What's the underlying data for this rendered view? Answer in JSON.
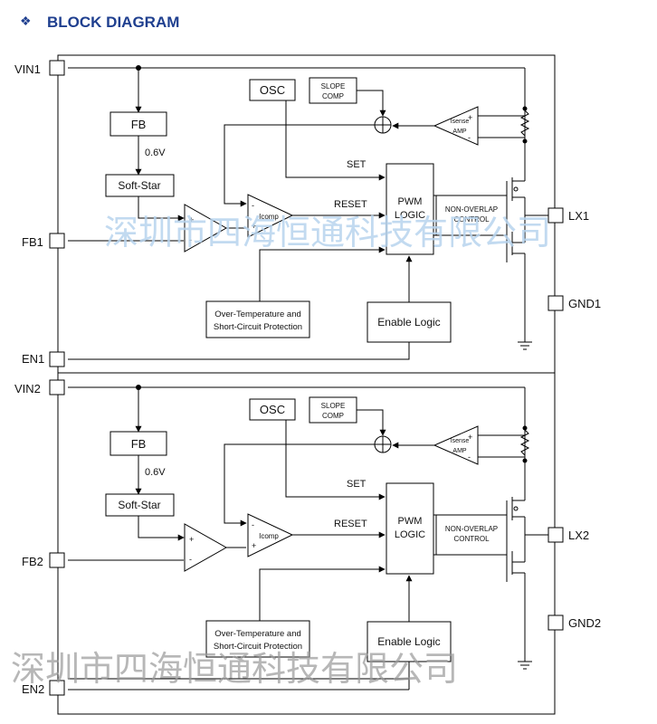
{
  "header": {
    "bullet": "❖",
    "title": "BLOCK DIAGRAM"
  },
  "colors": {
    "title": "#1f3f8f",
    "line": "#000000",
    "watermark_light": "#b8d4ee",
    "watermark_dark": "#9a9a9a"
  },
  "channel1": {
    "pins": {
      "vin": "VIN1",
      "fb": "FB1",
      "en": "EN1",
      "lx": "LX1",
      "gnd": "GND1"
    },
    "blocks": {
      "fb": "FB",
      "ref": "0.6V",
      "softstart": "Soft-Star",
      "osc": "OSC",
      "slope_line1": "SLOPE",
      "slope_line2": "COMP",
      "isense_line1": "Isense",
      "isense_line2": "AMP",
      "icomp": "Icomp",
      "set": "SET",
      "reset": "RESET",
      "pwm_line1": "PWM",
      "pwm_line2": "LOGIC",
      "nonoverlap_line1": "NON-OVERLAP",
      "nonoverlap_line2": "CONTROL",
      "protect_line1": "Over-Temperature and",
      "protect_line2": "Short-Circuit Protection",
      "enable": "Enable Logic"
    }
  },
  "channel2": {
    "pins": {
      "vin": "VIN2",
      "fb": "FB2",
      "en": "EN2",
      "lx": "LX2",
      "gnd": "GND2"
    },
    "blocks": {
      "fb": "FB",
      "ref": "0.6V",
      "softstart": "Soft-Star",
      "osc": "OSC",
      "slope_line1": "SLOPE",
      "slope_line2": "COMP",
      "isense_line1": "Isense",
      "isense_line2": "AMP",
      "icomp": "Icomp",
      "set": "SET",
      "reset": "RESET",
      "pwm_line1": "PWM",
      "pwm_line2": "LOGIC",
      "nonoverlap_line1": "NON-OVERLAP",
      "nonoverlap_line2": "CONTROL",
      "protect_line1": "Over-Temperature and",
      "protect_line2": "Short-Circuit Protection",
      "enable": "Enable Logic"
    }
  },
  "watermarks": [
    "深圳市四海恒通科技有限公司",
    "深圳市四海恒通科技有限公司"
  ]
}
